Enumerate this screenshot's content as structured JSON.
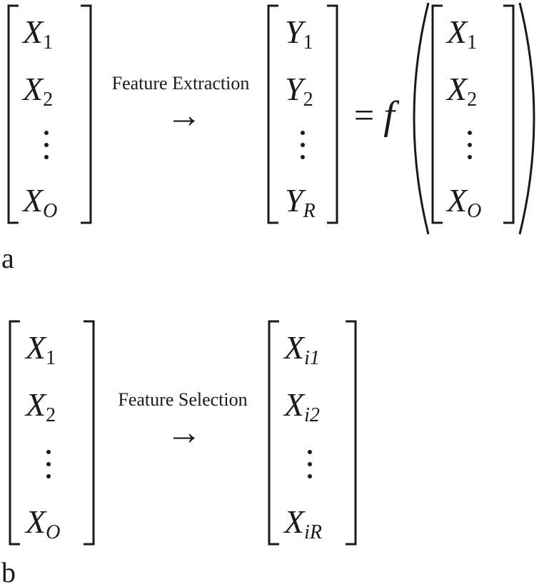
{
  "panel_a": {
    "label": "a",
    "arrow_caption": "Feature Extraction",
    "arrow_glyph": "→",
    "equals": "=",
    "function_name": "f",
    "input_vector": {
      "entries": [
        {
          "base": "X",
          "sub": "1",
          "sub_italic": false
        },
        {
          "base": "X",
          "sub": "2",
          "sub_italic": false
        },
        {
          "base": "X",
          "sub": "O",
          "sub_italic": true
        }
      ]
    },
    "output_vector": {
      "entries": [
        {
          "base": "Y",
          "sub": "1",
          "sub_italic": false
        },
        {
          "base": "Y",
          "sub": "2",
          "sub_italic": false
        },
        {
          "base": "Y",
          "sub": "R",
          "sub_italic": true
        }
      ]
    },
    "argument_vector": {
      "entries": [
        {
          "base": "X",
          "sub": "1",
          "sub_italic": false
        },
        {
          "base": "X",
          "sub": "2",
          "sub_italic": false
        },
        {
          "base": "X",
          "sub": "O",
          "sub_italic": true
        }
      ]
    }
  },
  "panel_b": {
    "label": "b",
    "arrow_caption": "Feature Selection",
    "arrow_glyph": "→",
    "input_vector": {
      "entries": [
        {
          "base": "X",
          "sub": "1",
          "sub_italic": false
        },
        {
          "base": "X",
          "sub": "2",
          "sub_italic": false
        },
        {
          "base": "X",
          "sub": "O",
          "sub_italic": true
        }
      ]
    },
    "output_vector": {
      "entries": [
        {
          "base": "X",
          "sub": "i1",
          "sub_italic": true
        },
        {
          "base": "X",
          "sub": "i2",
          "sub_italic": true
        },
        {
          "base": "X",
          "sub": "iR",
          "sub_italic": true
        }
      ]
    }
  }
}
